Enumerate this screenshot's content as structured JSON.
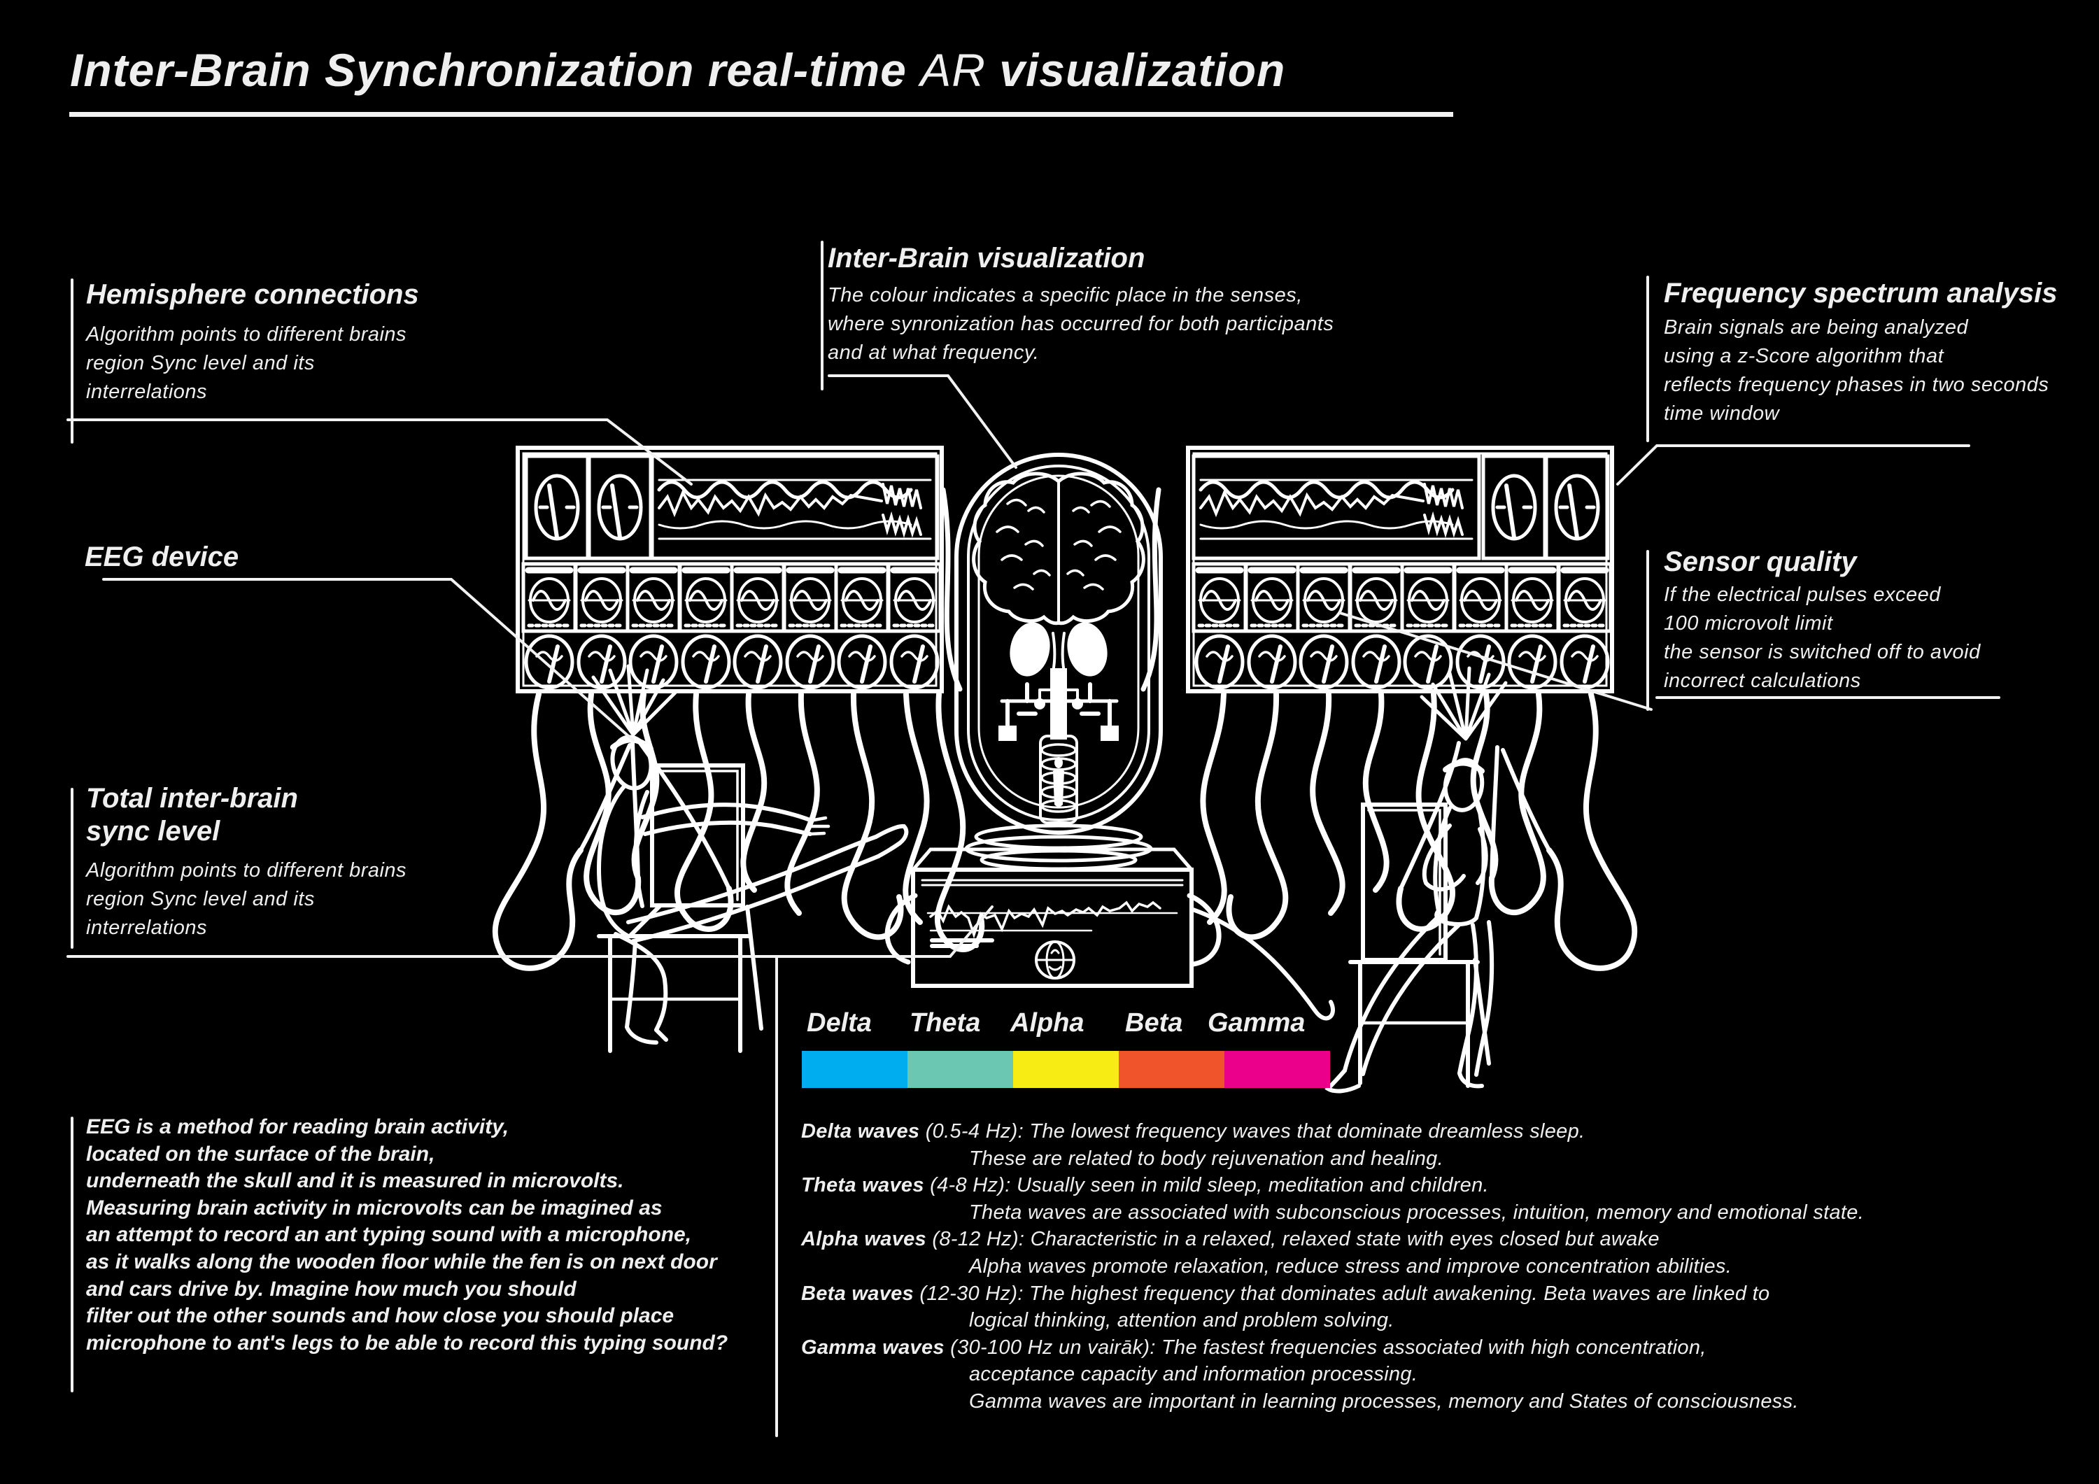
{
  "title": {
    "part1": "Inter-Brain Synchronization real-time ",
    "part2": "AR",
    "part3": " visualization"
  },
  "annotations": {
    "hemisphere": {
      "heading": "Hemisphere connections",
      "body": "Algorithm points to different brains\nregion Sync level and its\ninterrelations"
    },
    "interbrain": {
      "heading": "Inter-Brain visualization",
      "body": "The colour indicates a specific place in the senses,\nwhere synronization has occurred for both participants\nand at what frequency."
    },
    "frequency": {
      "heading": "Frequency spectrum analysis",
      "body": "Brain signals are being analyzed\nusing a z-Score algorithm that\nreflects frequency phases in two seconds\ntime window"
    },
    "eeg_device": {
      "heading": "EEG device"
    },
    "sensor": {
      "heading": "Sensor quality",
      "body": "If the electrical pulses exceed\n100 microvolt limit\nthe sensor is switched off to avoid\nincorrect calculations"
    },
    "total_sync": {
      "heading": "Total inter-brain\nsync level",
      "body": "Algorithm points to different brains\nregion Sync level and its\ninterrelations"
    }
  },
  "eeg_paragraph": "EEG is a method for reading brain activity,\nlocated on the surface of the brain,\nunderneath the skull and it is measured in microvolts.\nMeasuring brain activity in microvolts can be imagined as\nan attempt to record an ant typing sound with a microphone,\nas it walks along the wooden floor while the fen is on next door\nand cars drive by. Imagine how much you should\nfilter out the other sounds and how close you should place\nmicrophone to ant's legs to be able to record this typing sound?",
  "legend": {
    "items": [
      {
        "label": "Delta",
        "color": "#00ADEE"
      },
      {
        "label": "Theta",
        "color": "#6CC7B2"
      },
      {
        "label": "Alpha",
        "color": "#F7EC13"
      },
      {
        "label": "Beta",
        "color": "#F0542A"
      },
      {
        "label": "Gamma",
        "color": "#EB008C"
      }
    ]
  },
  "waves": {
    "entries": [
      {
        "name": "Delta waves",
        "rest": " (0.5-4 Hz): The lowest frequency waves that dominate dreamless sleep.",
        "extra1": "These are related to body rejuvenation and healing.",
        "extra2": ""
      },
      {
        "name": "Theta waves",
        "rest": " (4-8 Hz): Usually seen in mild sleep, meditation and children.",
        "extra1": "Theta waves are associated with subconscious processes, intuition, memory and emotional state.",
        "extra2": ""
      },
      {
        "name": "Alpha waves",
        "rest": " (8-12 Hz): Characteristic in a relaxed, relaxed state with eyes closed but awake",
        "extra1": "Alpha waves promote relaxation, reduce stress and improve concentration abilities.",
        "extra2": ""
      },
      {
        "name": "Beta waves",
        "rest": " (12-30 Hz): The highest frequency that dominates adult awakening. Beta waves are linked to",
        "extra1": "logical thinking, attention and problem solving.",
        "extra2": ""
      },
      {
        "name": "Gamma waves",
        "rest": " (30-100 Hz un vairāk): The fastest frequencies associated with high concentration,",
        "extra1": "acceptance capacity and information processing.",
        "extra2": "Gamma waves are important in learning processes, memory and States of consciousness."
      }
    ]
  }
}
